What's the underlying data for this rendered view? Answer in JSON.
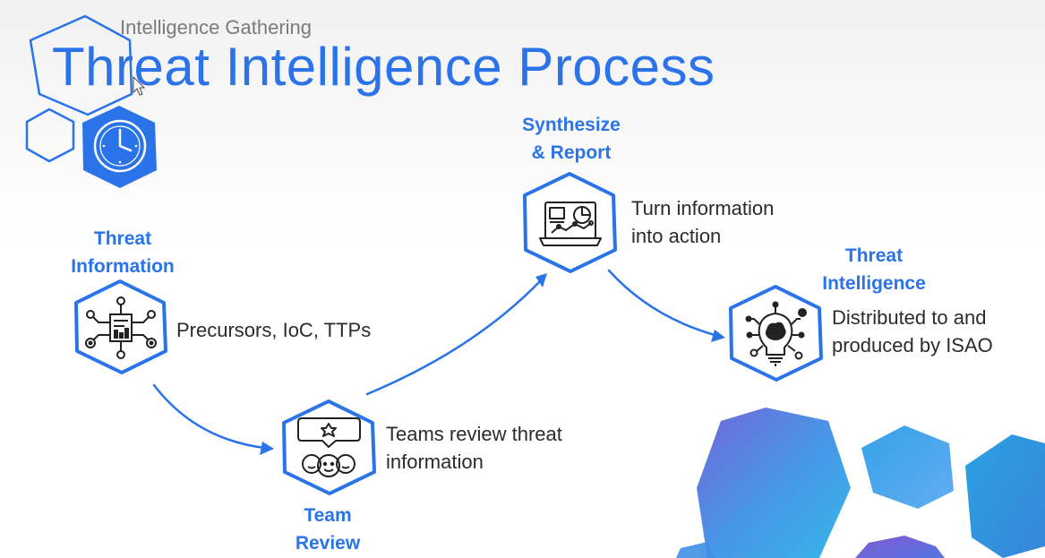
{
  "header": {
    "subtitle": "Intelligence Gathering",
    "title": "Threat Intelligence Process"
  },
  "steps": [
    {
      "label_line1": "Threat",
      "label_line2": "Information",
      "description_line1": "Precursors, IoC, TTPs",
      "description_line2": "",
      "icon": "network-document-icon"
    },
    {
      "label_line1": "Team",
      "label_line2": "Review",
      "description_line1": "Teams review threat",
      "description_line2": "information",
      "icon": "team-discussion-icon"
    },
    {
      "label_line1": "Synthesize",
      "label_line2": "& Report",
      "description_line1": "Turn information",
      "description_line2": "into action",
      "icon": "analytics-dashboard-icon"
    },
    {
      "label_line1": "Threat",
      "label_line2": "Intelligence",
      "description_line1": "Distributed to and",
      "description_line2": "produced by ISAO",
      "icon": "brain-lightbulb-icon"
    }
  ],
  "colors": {
    "accent": "#2a73e8",
    "text": "#2b2b2b",
    "subtitle": "#7b7b7b"
  },
  "decor_icons": [
    "clock-icon",
    "mouse-cursor-icon"
  ]
}
